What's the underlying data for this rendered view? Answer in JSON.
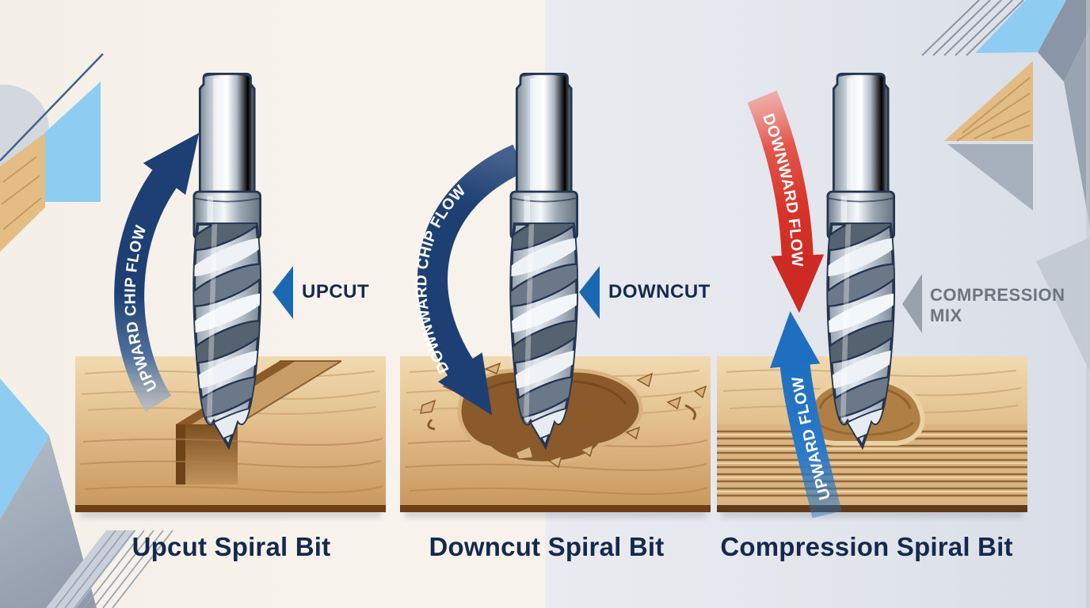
{
  "figure": {
    "heading_context": "Spiral router bit chip-flow comparison diagram",
    "panels": [
      {
        "title": "Upcut Spiral Bit",
        "flow_label": "UPWARD CHIP FLOW",
        "tag_label": "UPCUT"
      },
      {
        "title": "Downcut Spiral Bit",
        "flow_label": "DOWNWARD CHIP FLOW",
        "tag_label": "DOWNCUT"
      },
      {
        "title": "Compression Spiral Bit",
        "down_flow_label": "DOWNWARD FLOW",
        "up_flow_label": "UPWARD FLOW",
        "tag_label_line1": "COMPRESSION",
        "tag_label_line2": "MIX"
      }
    ],
    "colors": {
      "navy_arrow": "#1d3f73",
      "blue_arrow": "#1e6fc0",
      "red_arrow": "#d9342b",
      "tag_triangle_blue": "#1a68b3",
      "tag_triangle_gray": "#99a2ac",
      "title_text": "#16294d",
      "gray_tag_text": "#6d7680",
      "background_left": "#f7f3ec",
      "background_right": "#dfe3ea",
      "wood_top": "#ecd3a8",
      "wood_front": "#d5ad7c"
    }
  }
}
